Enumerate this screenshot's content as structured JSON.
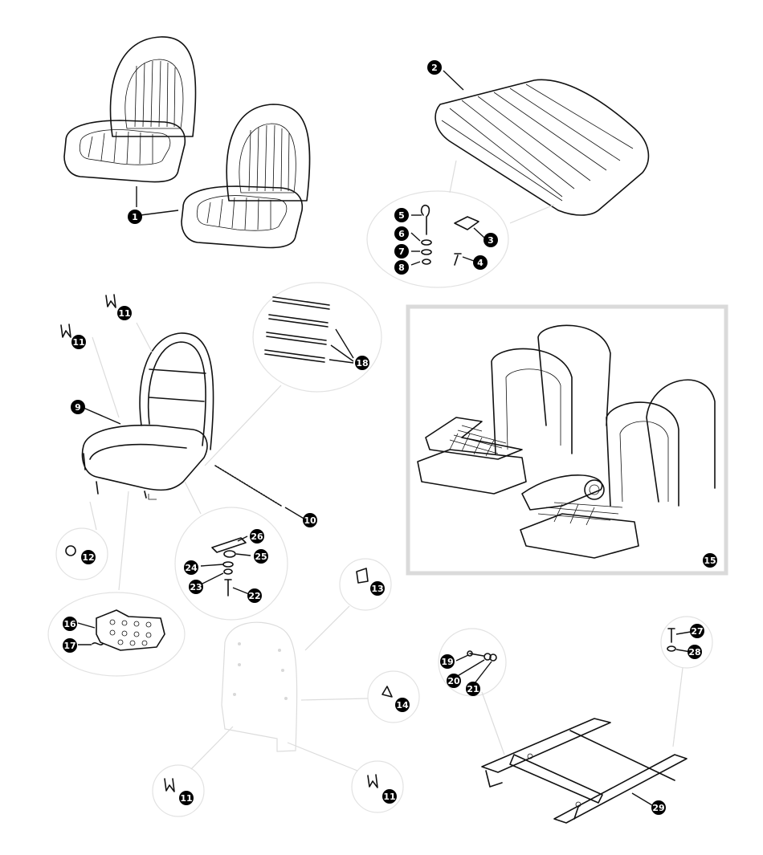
{
  "callouts": [
    {
      "id": "c1a",
      "label": "1"
    },
    {
      "id": "c2",
      "label": "2"
    },
    {
      "id": "c3",
      "label": "3"
    },
    {
      "id": "c4",
      "label": "4"
    },
    {
      "id": "c5",
      "label": "5"
    },
    {
      "id": "c6",
      "label": "6"
    },
    {
      "id": "c7",
      "label": "7"
    },
    {
      "id": "c8",
      "label": "8"
    },
    {
      "id": "c9",
      "label": "9"
    },
    {
      "id": "c10",
      "label": "10"
    },
    {
      "id": "c11a",
      "label": "11"
    },
    {
      "id": "c11b",
      "label": "11"
    },
    {
      "id": "c11c",
      "label": "11"
    },
    {
      "id": "c11d",
      "label": "11"
    },
    {
      "id": "c12",
      "label": "12"
    },
    {
      "id": "c13",
      "label": "13"
    },
    {
      "id": "c14",
      "label": "14"
    },
    {
      "id": "c15",
      "label": "15"
    },
    {
      "id": "c16",
      "label": "16"
    },
    {
      "id": "c17",
      "label": "17"
    },
    {
      "id": "c18",
      "label": "18"
    },
    {
      "id": "c19",
      "label": "19"
    },
    {
      "id": "c20",
      "label": "20"
    },
    {
      "id": "c21",
      "label": "21"
    },
    {
      "id": "c22",
      "label": "22"
    },
    {
      "id": "c23",
      "label": "23"
    },
    {
      "id": "c24",
      "label": "24"
    },
    {
      "id": "c25",
      "label": "25"
    },
    {
      "id": "c26",
      "label": "26"
    },
    {
      "id": "c27",
      "label": "27"
    },
    {
      "id": "c28",
      "label": "28"
    },
    {
      "id": "c29",
      "label": "29"
    }
  ]
}
